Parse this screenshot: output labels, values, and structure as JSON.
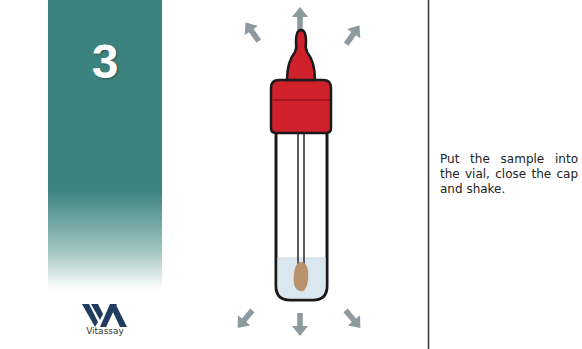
{
  "diagram": {
    "nodes": [
      {
        "text": [
          "3"
        ]
      }
    ],
    "labels": [
      "Vitassay",
      "Put the sample into the vial, close the cap and shake."
    ]
  }
}
